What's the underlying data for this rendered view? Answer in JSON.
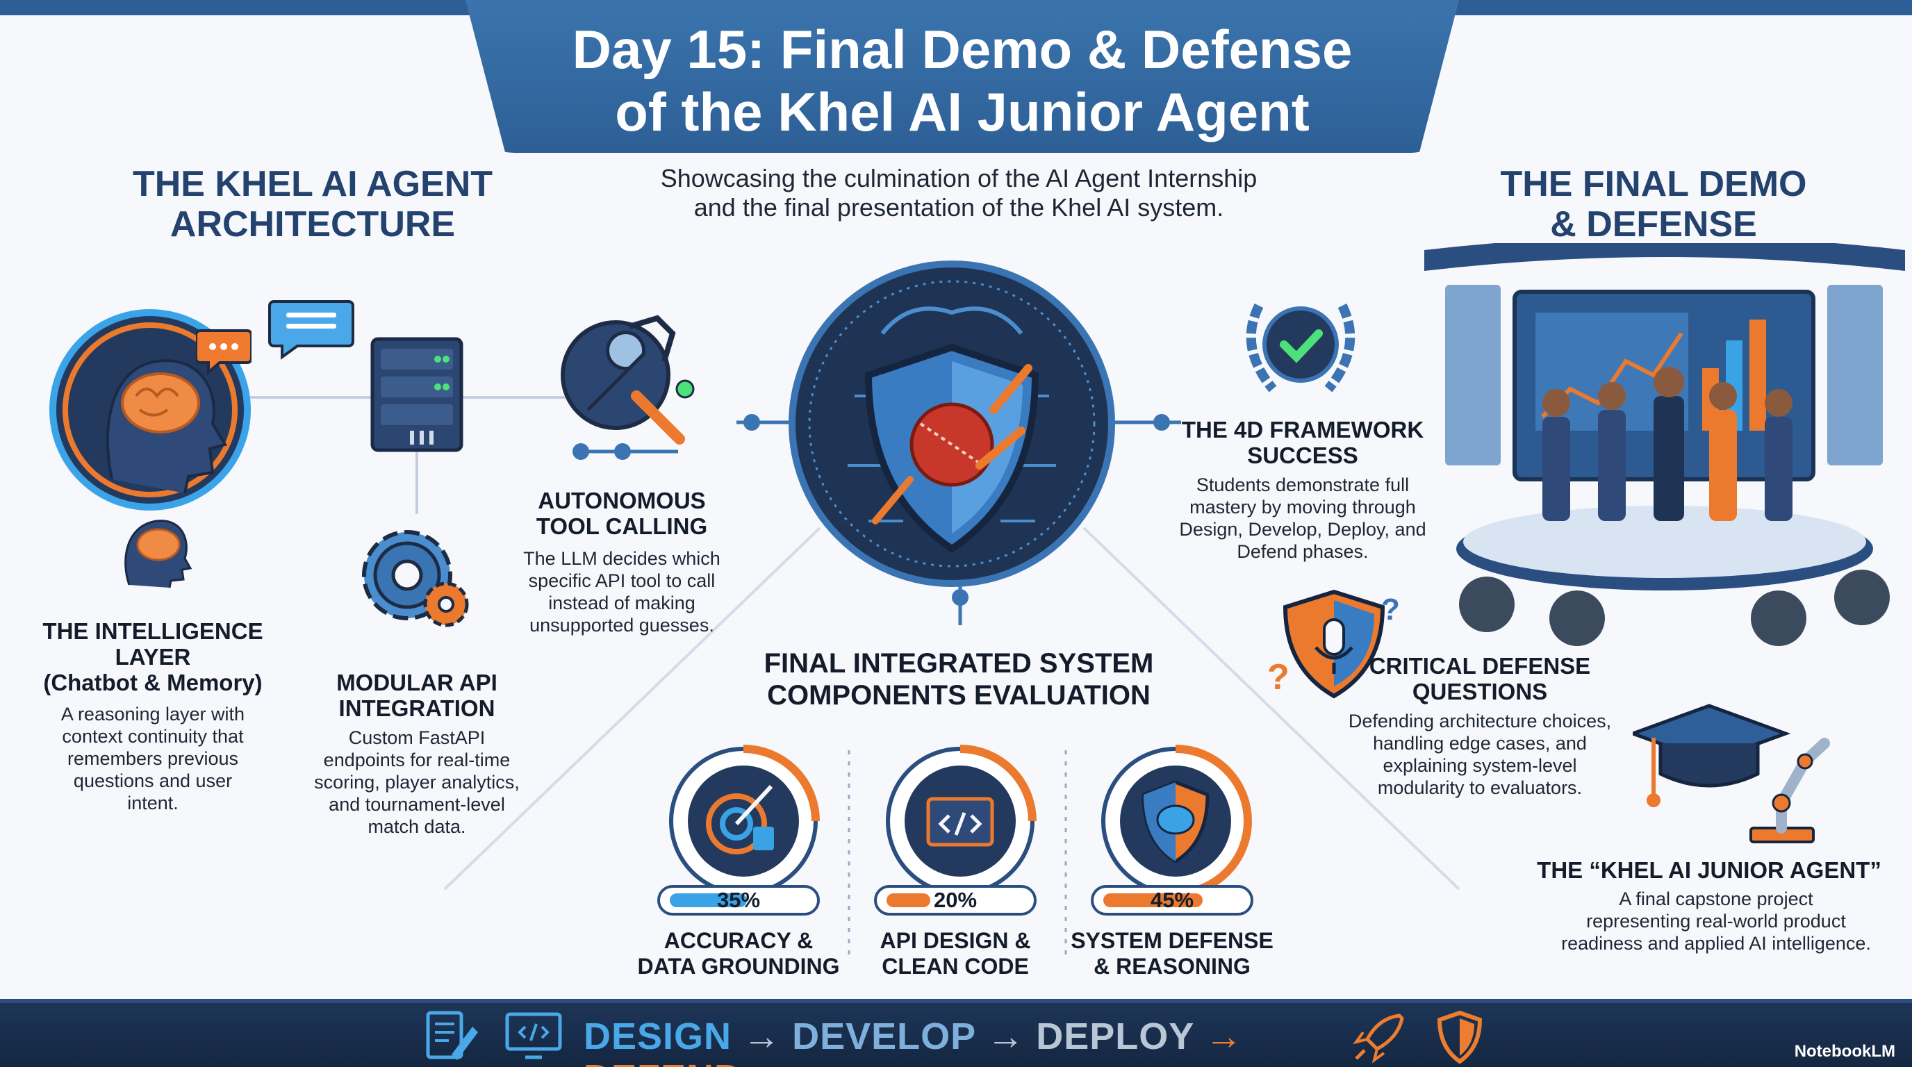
{
  "title": {
    "line1": "Day 15: Final Demo & Defense",
    "line2": "of the Khel AI Junior Agent"
  },
  "subtitle": {
    "line1": "Showcasing the culmination of the AI Agent Internship",
    "line2": "and the final presentation of the Khel AI system."
  },
  "left_section": {
    "heading_line1": "THE KHEL AI AGENT",
    "heading_line2": "ARCHITECTURE",
    "intelligence": {
      "title_line1": "THE INTELLIGENCE",
      "title_line2": "LAYER",
      "title_line3": "(Chatbot & Memory)",
      "desc_line1": "A reasoning layer with",
      "desc_line2": "context continuity that",
      "desc_line3": "remembers previous",
      "desc_line4": "questions and user",
      "desc_line5": "intent."
    },
    "api": {
      "title_line1": "MODULAR API",
      "title_line2": "INTEGRATION",
      "desc_line1": "Custom FastAPI",
      "desc_line2": "endpoints for real-time",
      "desc_line3": "scoring, player analytics,",
      "desc_line4": "and tournament-level",
      "desc_line5": "match data."
    },
    "tool": {
      "title_line1": "AUTONOMOUS",
      "title_line2": "TOOL CALLING",
      "desc_line1": "The LLM decides which",
      "desc_line2": "specific API tool to call",
      "desc_line3": "instead of making",
      "desc_line4": "unsupported guesses."
    }
  },
  "center_section": {
    "heading_line1": "FINAL INTEGRATED SYSTEM",
    "heading_line2": "COMPONENTS EVALUATION",
    "components": [
      {
        "percent_label": "35%",
        "fraction": 0.35,
        "label_line1": "ACCURACY &",
        "label_line2": "DATA GROUNDING",
        "color": "#3aa3e6"
      },
      {
        "percent_label": "20%",
        "fraction": 0.2,
        "label_line1": "API DESIGN &",
        "label_line2": "CLEAN CODE",
        "color": "#ec7a2e"
      },
      {
        "percent_label": "45%",
        "fraction": 0.45,
        "label_line1": "SYSTEM DEFENSE",
        "label_line2": "& REASONING",
        "color": "#ec7a2e"
      }
    ]
  },
  "right_section": {
    "heading_line1": "THE FINAL DEMO",
    "heading_line2": "& DEFENSE",
    "framework": {
      "title_line1": "THE 4D FRAMEWORK",
      "title_line2": "SUCCESS",
      "desc_line1": "Students demonstrate full",
      "desc_line2": "mastery by moving through",
      "desc_line3": "Design, Develop, Deploy, and",
      "desc_line4": "Defend phases."
    },
    "defense": {
      "title_line1": "CRITICAL DEFENSE",
      "title_line2": "QUESTIONS",
      "desc_line1": "Defending architecture choices,",
      "desc_line2": "handling edge cases, and",
      "desc_line3": "explaining system-level",
      "desc_line4": "modularity to evaluators."
    },
    "junior": {
      "title": "THE “KHEL AI JUNIOR AGENT”",
      "desc_line1": "A final capstone project",
      "desc_line2": "representing real-world product",
      "desc_line3": "readiness and applied AI intelligence."
    }
  },
  "footer": {
    "design": "DESIGN",
    "develop": "DEVELOP",
    "deploy": "DEPLOY",
    "defend": "DEFEND",
    "arrow": "→",
    "brand": "NotebookLM"
  },
  "colors": {
    "banner": "#2d5f96",
    "heading": "#23426e",
    "accent_blue": "#3aa3e6",
    "accent_orange": "#ec7a2e",
    "footer_design": "#4aa8e8",
    "footer_develop": "#7fb0dc",
    "footer_deploy": "#b9c6d6",
    "footer_defend": "#ee7d2f"
  },
  "icons": [
    "brain-head-icon",
    "chat-bubble-icon",
    "server-icon",
    "gear-icon",
    "wrench-network-icon",
    "shield-cricket-ball-icon",
    "laurel-check-icon",
    "microphone-shield-icon",
    "graduation-cap-robot-arm-icon",
    "target-icon",
    "code-window-icon",
    "brain-shield-icon",
    "document-pencil-icon",
    "monitor-code-icon",
    "rocket-icon",
    "shield-icon"
  ]
}
